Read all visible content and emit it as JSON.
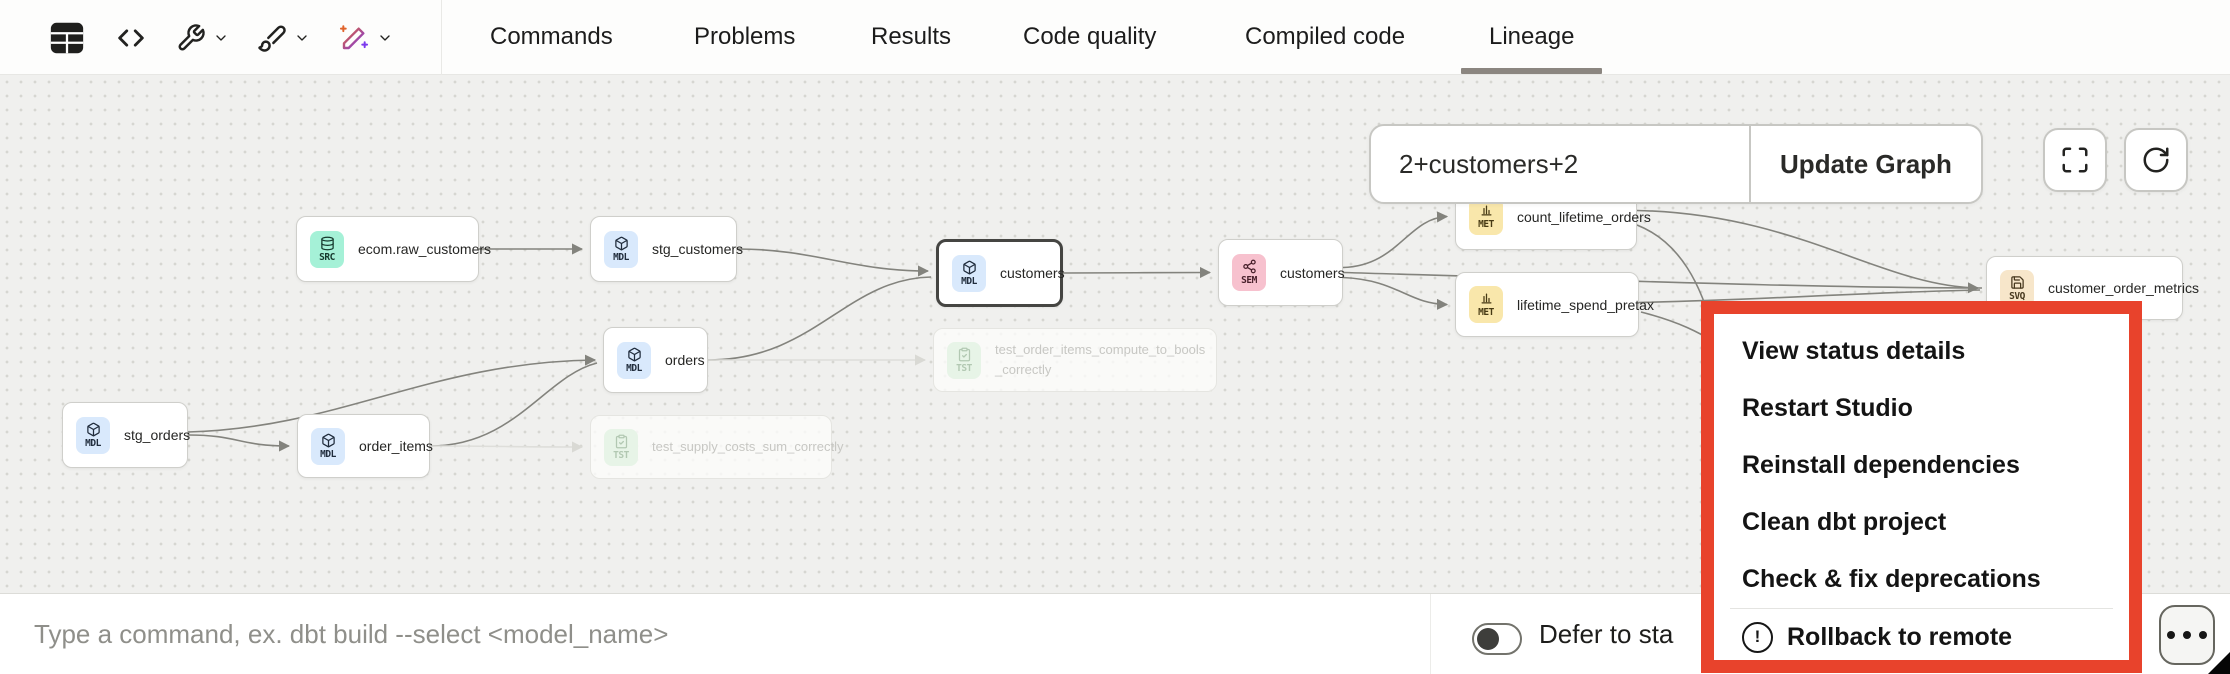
{
  "toolbar": {
    "icons": [
      {
        "name": "table-icon"
      },
      {
        "name": "code-icon"
      },
      {
        "name": "wrench-icon",
        "has_dropdown": true
      },
      {
        "name": "broom-icon",
        "has_dropdown": true
      },
      {
        "name": "magic-wand-icon",
        "has_dropdown": true
      }
    ]
  },
  "tabs": {
    "active": "Lineage",
    "items": [
      {
        "label": "Commands"
      },
      {
        "label": "Problems"
      },
      {
        "label": "Results"
      },
      {
        "label": "Code quality"
      },
      {
        "label": "Compiled code"
      },
      {
        "label": "Lineage"
      }
    ]
  },
  "lineage_controls": {
    "selector_value": "2+customers+2",
    "update_button_label": "Update Graph",
    "fullscreen_icon": "fullscreen-icon",
    "refresh_icon": "refresh-icon"
  },
  "graph": {
    "nodes": [
      {
        "id": "ecom_raw_customers",
        "label": "ecom.raw_customers",
        "badge": "SRC",
        "type": "source",
        "icon": "database-icon"
      },
      {
        "id": "stg_customers",
        "label": "stg_customers",
        "badge": "MDL",
        "type": "model",
        "icon": "cube-icon"
      },
      {
        "id": "customers_model",
        "label": "customers",
        "badge": "MDL",
        "type": "model",
        "icon": "cube-icon",
        "selected": true
      },
      {
        "id": "orders",
        "label": "orders",
        "badge": "MDL",
        "type": "model",
        "icon": "cube-icon"
      },
      {
        "id": "stg_orders",
        "label": "stg_orders",
        "badge": "MDL",
        "type": "model",
        "icon": "cube-icon"
      },
      {
        "id": "order_items",
        "label": "order_items",
        "badge": "MDL",
        "type": "model",
        "icon": "cube-icon"
      },
      {
        "id": "test_order_items_compute_to_bools_correctly",
        "label": "test_order_items_compute_to_bools_correctly",
        "badge": "TST",
        "type": "test",
        "icon": "clipboard-icon",
        "ghost": true,
        "wrap": true
      },
      {
        "id": "test_supply_costs_sum_correctly",
        "label": "test_supply_costs_sum_correctly",
        "badge": "TST",
        "type": "test",
        "icon": "clipboard-icon",
        "ghost": true
      },
      {
        "id": "customers_sem",
        "label": "customers",
        "badge": "SEM",
        "type": "semantic",
        "icon": "share-icon"
      },
      {
        "id": "count_lifetime_orders",
        "label": "count_lifetime_orders",
        "badge": "MET",
        "type": "metric",
        "icon": "bar-chart-icon"
      },
      {
        "id": "lifetime_spend_pretax",
        "label": "lifetime_spend_pretax",
        "badge": "MET",
        "type": "metric",
        "icon": "bar-chart-icon"
      },
      {
        "id": "customer_order_metrics",
        "label": "customer_order_metrics",
        "badge": "SVQ",
        "type": "saved_query",
        "icon": "save-icon"
      }
    ],
    "edges": [
      {
        "from": "ecom_raw_customers",
        "to": "stg_customers"
      },
      {
        "from": "stg_customers",
        "to": "customers_model"
      },
      {
        "from": "orders",
        "to": "customers_model",
        "arrow": false
      },
      {
        "from": "stg_orders",
        "to": "order_items"
      },
      {
        "from": "stg_orders",
        "to": "orders"
      },
      {
        "from": "order_items",
        "to": "orders",
        "arrow": false
      },
      {
        "from": "orders",
        "to": "test_order_items_compute_to_bools_correctly",
        "faded": true
      },
      {
        "from": "order_items",
        "to": "test_supply_costs_sum_correctly",
        "faded": true
      },
      {
        "from": "customers_model",
        "to": "customers_sem"
      },
      {
        "from": "customers_sem",
        "to": "count_lifetime_orders"
      },
      {
        "from": "customers_sem",
        "to": "lifetime_spend_pretax"
      },
      {
        "from": "customers_sem",
        "to": "customer_order_metrics",
        "arrow": false
      },
      {
        "from": "count_lifetime_orders",
        "to": "customer_order_metrics"
      },
      {
        "from": "lifetime_spend_pretax",
        "to": "customer_order_metrics",
        "arrow": false
      }
    ]
  },
  "context_menu": {
    "items": [
      {
        "label": "View status details"
      },
      {
        "label": "Restart Studio"
      },
      {
        "label": "Reinstall dependencies"
      },
      {
        "label": "Clean dbt project"
      },
      {
        "label": "Check & fix deprecations"
      }
    ],
    "footer_item": {
      "label": "Rollback to remote",
      "icon": "alert-circle-icon"
    },
    "highlight_color": "#e8432c"
  },
  "command_bar": {
    "placeholder": "Type a command, ex. dbt build --select <model_name>",
    "defer_label": "Defer to sta",
    "toggle_state": "off",
    "more_button_icon": "ellipsis-icon"
  },
  "colors": {
    "canvas_bg": "#f0f0ee",
    "edge": "#83837d",
    "edge_faded": "#dededa",
    "badge_model_bg": "#d9e9fc",
    "badge_source_bg": "#a5f1d7",
    "badge_semantic_bg": "#f7c1ce",
    "badge_metric_bg": "#f9e7ab",
    "badge_saved_query_bg": "#f7e6ca",
    "badge_test_bg": "#e7f4e7",
    "active_tab_underline": "#8b8680",
    "highlight": "#e8432c"
  }
}
